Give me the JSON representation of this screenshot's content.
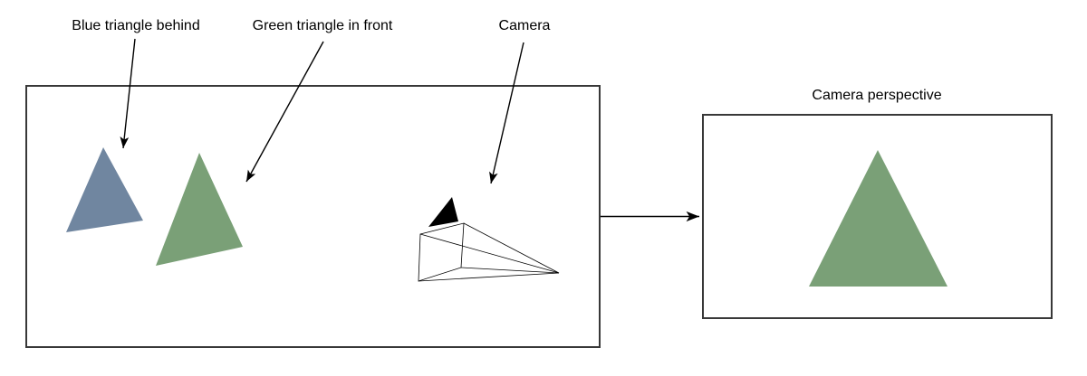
{
  "diagram": {
    "scene": {
      "label_blue": "Blue triangle behind",
      "label_green": "Green triangle in front",
      "label_camera": "Camera"
    },
    "perspective": {
      "title": "Camera perspective"
    }
  },
  "colors": {
    "blue_triangle": "#7086a0",
    "green_triangle": "#7aa077",
    "perspective_triangle": "#7aa077",
    "camera_icon": "#000000",
    "box_stroke": "#383838",
    "arrow_stroke": "#000000",
    "label_text": "#000000"
  }
}
